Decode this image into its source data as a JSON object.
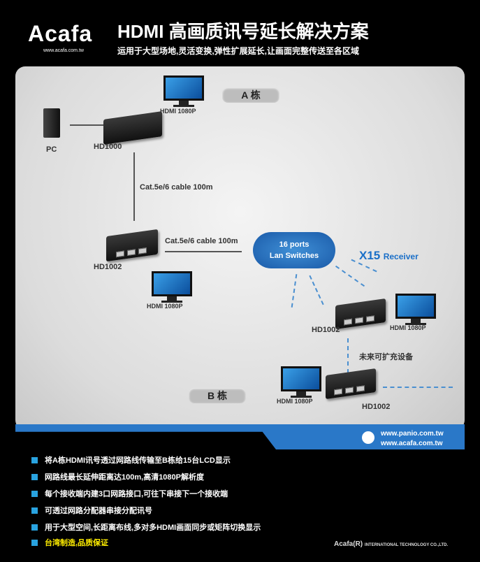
{
  "header": {
    "logo": "Acafa",
    "logo_url": "www.acafa.com.tw",
    "title": "HDMI 高画质讯号延长解决方案",
    "subtitle": "运用于大型场地,灵活变换,弹性扩展延长,让画面完整传送至各区域"
  },
  "diagram": {
    "building_a": "A 栋",
    "building_b": "B 栋",
    "pc": "PC",
    "monitor_label": "HDMI 1080P",
    "tx": "HD1000",
    "rx": "HD1002",
    "cable": "Cat.5e/6 cable 100m",
    "switch_line1": "16 ports",
    "switch_line2": "Lan Switches",
    "receiver_count": "X15",
    "receiver_word": "Receiver",
    "future": "未来可扩充设备",
    "colors": {
      "accent": "#2a78c8",
      "bullet": "#29a3e0",
      "highlight": "#ffee00"
    }
  },
  "websites": [
    "www.panio.com.tw",
    "www.acafa.com.tw"
  ],
  "bullets": [
    "将A栋HDMI讯号透过网路线传输至B栋给15台LCD显示",
    "网路线最长延伸距离达100m,高清1080P解析度",
    "每个接收端内建3口网路接口,可往下串接下一个接收端",
    "可透过网路分配器串接分配讯号",
    "用于大型空间,长距离布线,多对多HDMI画面同步或矩阵切换显示",
    "台湾制造,品质保证"
  ],
  "footer": {
    "brand": "Acafa(R)",
    "company": "INTERNATIONAL TECHNOLOGY CO.,LTD."
  }
}
